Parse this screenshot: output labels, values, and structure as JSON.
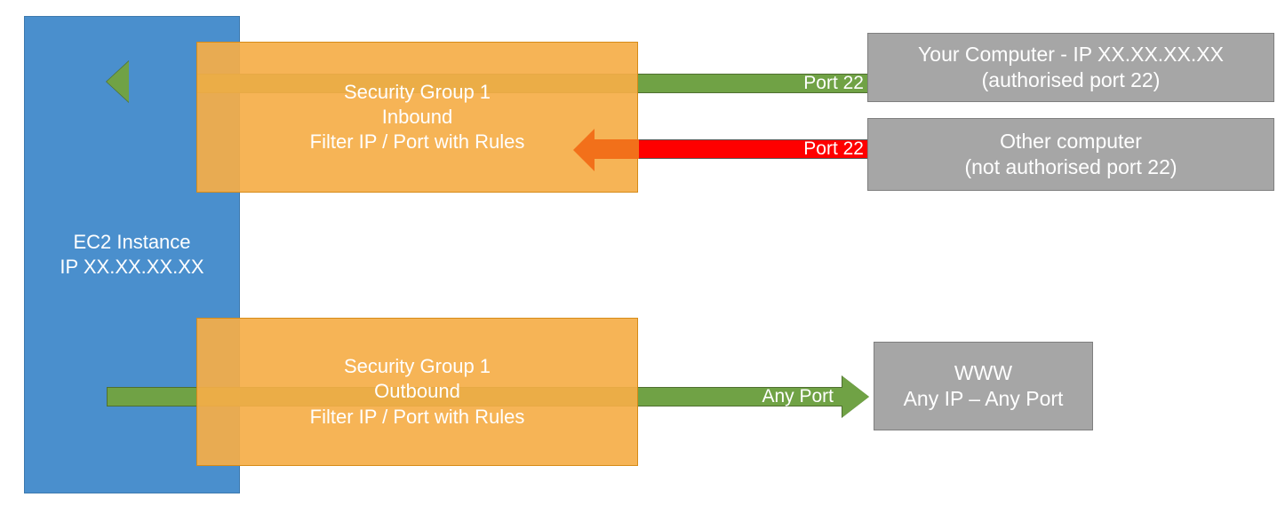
{
  "diagram": {
    "title": "AWS EC2 Security Group inbound and outbound traffic filtering",
    "colors": {
      "instance_blue": "#4A8FCD",
      "security_group_orange": "#F5AE48",
      "allowed_green": "#70A245",
      "blocked_red": "#FF0000",
      "blocked_arrow_orange": "#F2701A",
      "endpoint_gray": "#A6A6A6",
      "label_text": "#FFFFFF"
    }
  },
  "instance": {
    "name": "EC2 Instance",
    "ip": "IP XX.XX.XX.XX"
  },
  "security_groups": [
    {
      "id": "inbound",
      "title": "Security Group 1",
      "direction": "Inbound",
      "rule": "Filter IP / Port with Rules"
    },
    {
      "id": "outbound",
      "title": "Security Group 1",
      "direction": "Outbound",
      "rule": "Filter IP / Port with Rules"
    }
  ],
  "endpoints": [
    {
      "id": "your-computer",
      "line1": "Your Computer - IP XX.XX.XX.XX",
      "line2": "(authorised port 22)"
    },
    {
      "id": "other-computer",
      "line1": "Other computer",
      "line2": "(not authorised port 22)"
    },
    {
      "id": "www",
      "line1": "WWW",
      "line2": "Any IP – Any Port"
    }
  ],
  "connections": [
    {
      "id": "allowed-inbound",
      "label": "Port 22",
      "status": "allowed",
      "color": "#70A245",
      "from": "your-computer",
      "to": "EC2 Instance"
    },
    {
      "id": "blocked-inbound",
      "label": "Port 22",
      "status": "blocked",
      "color": "#FF0000",
      "from": "other-computer",
      "to": "Security Group 1 Inbound"
    },
    {
      "id": "allowed-outbound",
      "label": "Any Port",
      "status": "allowed",
      "color": "#70A245",
      "from": "EC2 Instance",
      "to": "www"
    }
  ]
}
